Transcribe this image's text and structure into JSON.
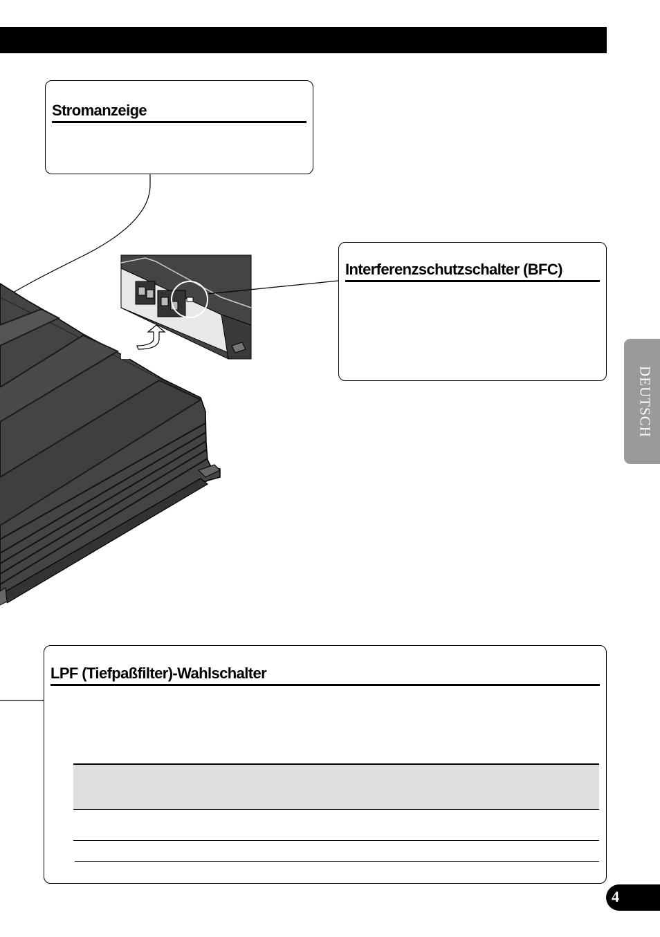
{
  "callouts": {
    "power_indicator": {
      "title": "Stromanzeige"
    },
    "bfc_switch": {
      "title": "Interferenzschutzschalter (BFC)"
    },
    "lpf_switch": {
      "title": "LPF (Tiefpaßfilter)-Wahlschalter"
    }
  },
  "side_tab": {
    "label": "DEUTSCH"
  },
  "page": {
    "number": "4"
  },
  "colors": {
    "bar": "#000000",
    "tab": "#9a9a9a",
    "table_header": "#dedede"
  },
  "illustration": {
    "subject": "car amplifier with terminal close-up"
  }
}
